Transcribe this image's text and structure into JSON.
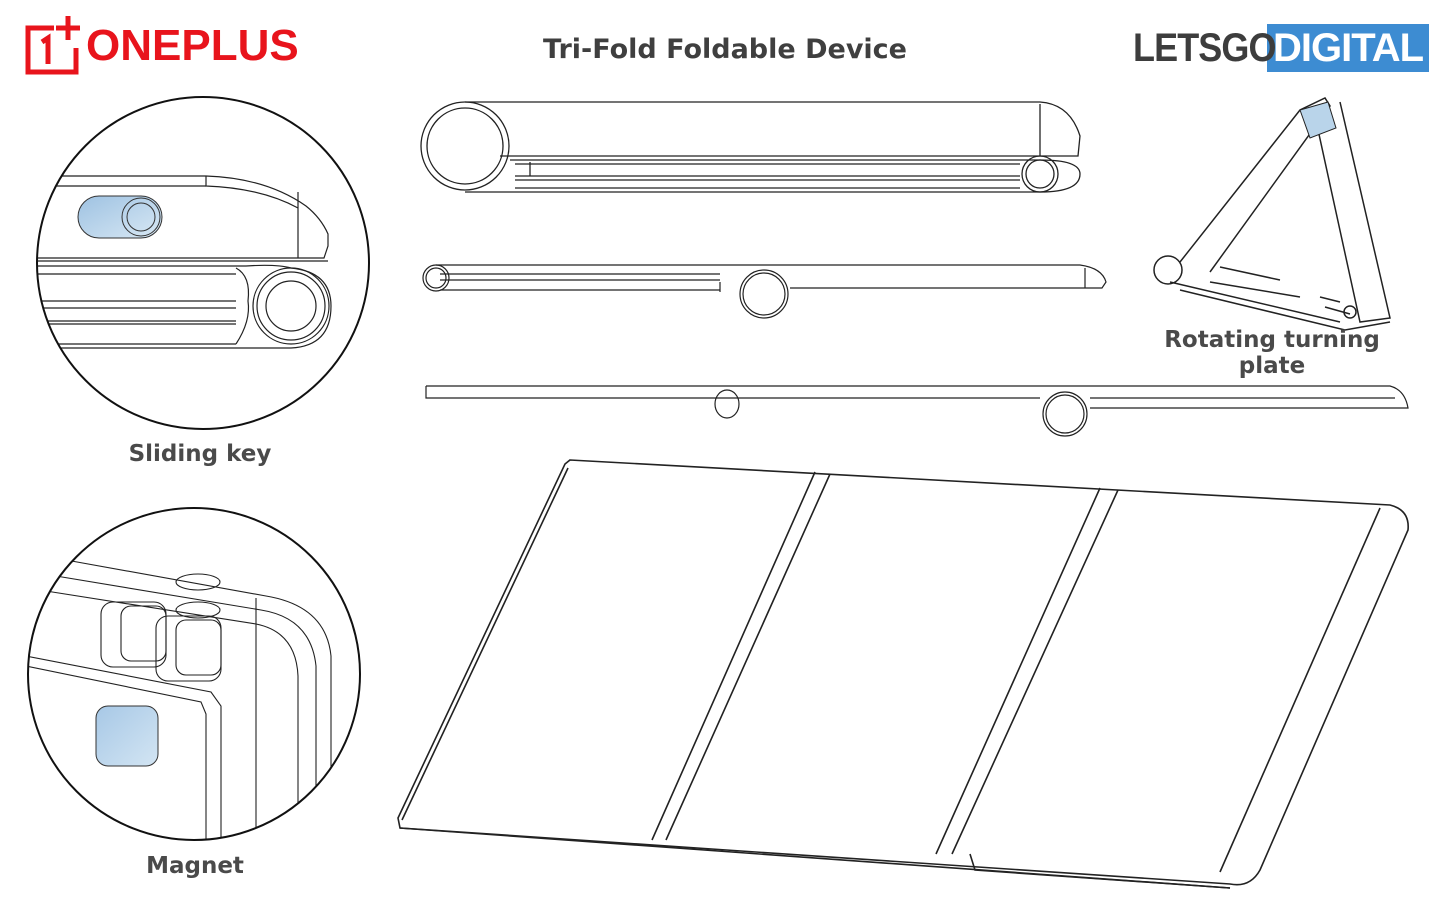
{
  "header": {
    "brand_left": {
      "mark": "1+",
      "text": "ONEPLUS",
      "color": "#e8141c"
    },
    "title": "Tri-Fold Foldable Device",
    "brand_right": {
      "part1": "LETSGO",
      "part2": "DIGITAL",
      "part1_color": "#3d3d3d",
      "part2_bg": "#3d8cd2"
    }
  },
  "figures": {
    "sliding_key": {
      "caption": "Sliding key",
      "highlight_color": "#b9d4ea"
    },
    "magnet": {
      "caption": "Magnet",
      "highlight_color": "#b9d4ea"
    },
    "rotating_plate": {
      "caption": "Rotating turning plate",
      "highlight_color": "#b9d4ea"
    },
    "side_view_folded": {
      "label": ""
    },
    "side_view_half_open": {
      "label": ""
    },
    "side_view_open": {
      "label": ""
    },
    "perspective_unfolded": {
      "panels": 3
    }
  }
}
